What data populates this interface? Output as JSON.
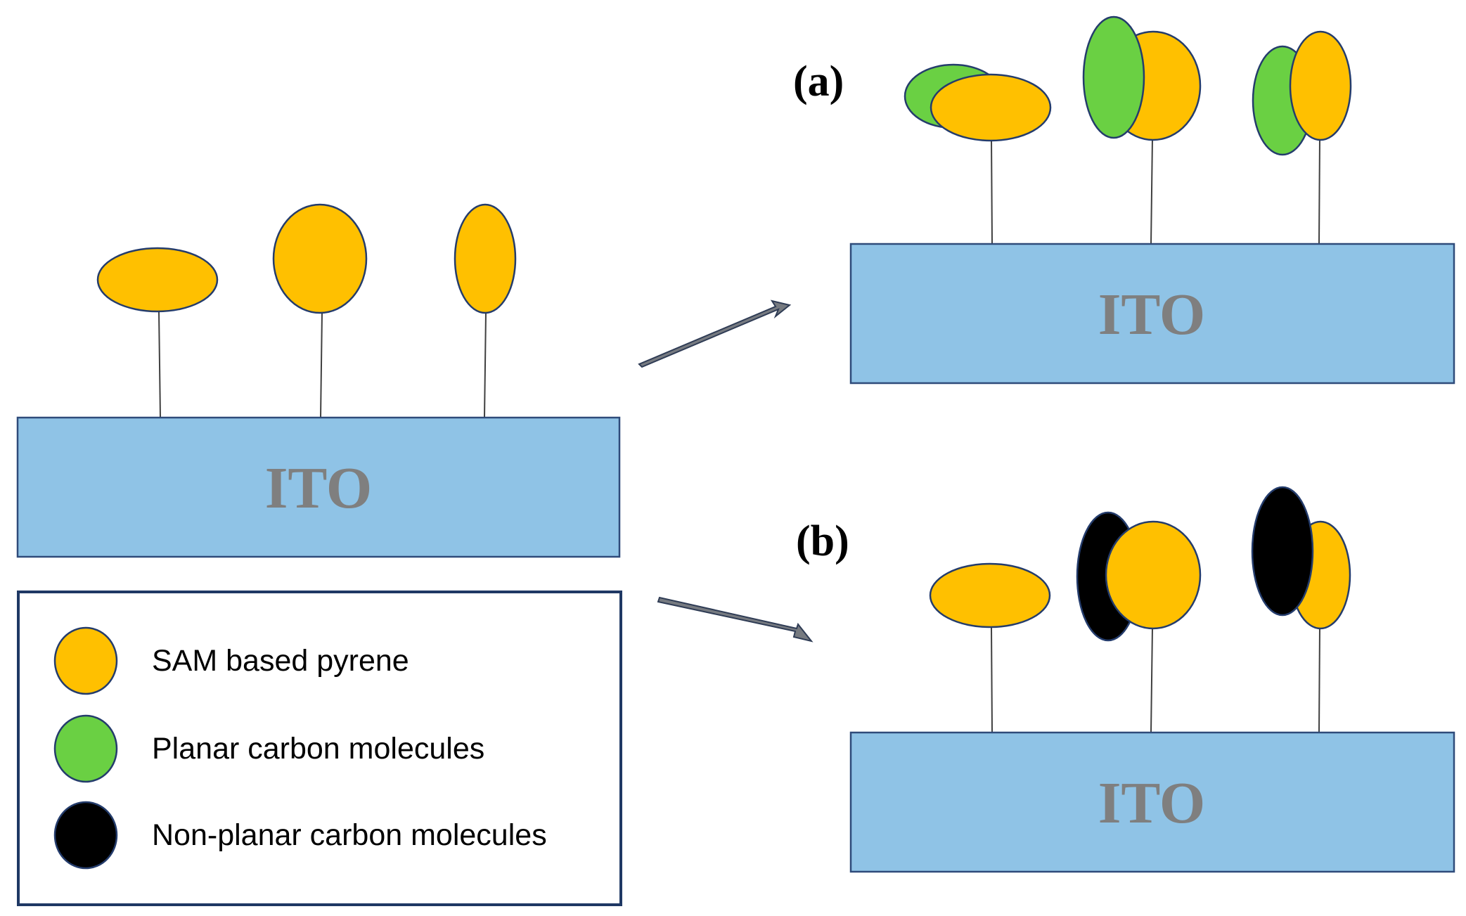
{
  "substrate_label": "ITO",
  "panels": {
    "a": {
      "label": "(a)"
    },
    "b": {
      "label": "(b)"
    }
  },
  "legend": {
    "items": [
      {
        "label": "SAM based pyrene",
        "color": "#ffc000"
      },
      {
        "label": "Planar carbon molecules",
        "color": "#6ad043"
      },
      {
        "label": "Non-planar carbon molecules",
        "color": "#000000"
      }
    ]
  },
  "colors": {
    "substrate": "#8fc3e6",
    "substrate_border": "#2f4b7a",
    "pyrene": "#ffc000",
    "planar": "#6ad043",
    "non_planar": "#000000",
    "outline": "#243c6c",
    "arrow": "#767a80"
  }
}
